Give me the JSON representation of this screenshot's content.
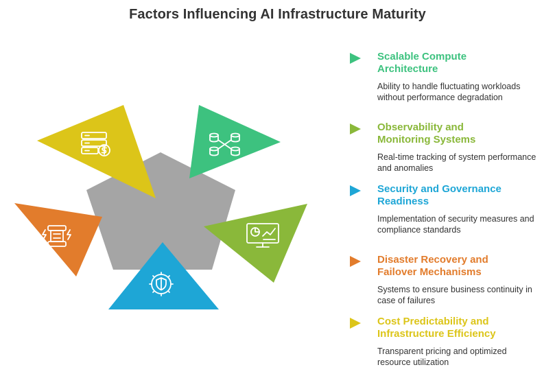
{
  "title": "Factors Influencing AI Infrastructure Maturity",
  "colors": {
    "center": "#a5a5a5",
    "green": "#3dc27f",
    "lime": "#8ab83a",
    "blue": "#1ea6d6",
    "orange": "#e27c2c",
    "yellow": "#dcc519"
  },
  "factors": [
    {
      "title_line1": "Scalable Compute",
      "title_line2": "Architecture",
      "description": "Ability to handle fluctuating workloads without performance degradation",
      "color": "#3dc27f",
      "icon": "database-network-icon"
    },
    {
      "title_line1": "Observability and",
      "title_line2": "Monitoring Systems",
      "description": "Real-time tracking of system performance and anomalies",
      "color": "#8ab83a",
      "icon": "monitor-chart-icon"
    },
    {
      "title_line1": "Security and Governance",
      "title_line2": "Readiness",
      "description": "Implementation of security measures and compliance standards",
      "color": "#1ea6d6",
      "icon": "shield-gear-icon"
    },
    {
      "title_line1": "Disaster Recovery and",
      "title_line2": "Failover Mechanisms",
      "description": "Systems to ensure business continuity in case of failures",
      "color": "#e27c2c",
      "icon": "server-lightning-icon"
    },
    {
      "title_line1": "Cost Predictability and",
      "title_line2": "Infrastructure Efficiency",
      "description": "Transparent pricing and optimized resource utilization",
      "color": "#dcc519",
      "icon": "server-dollar-icon"
    }
  ]
}
